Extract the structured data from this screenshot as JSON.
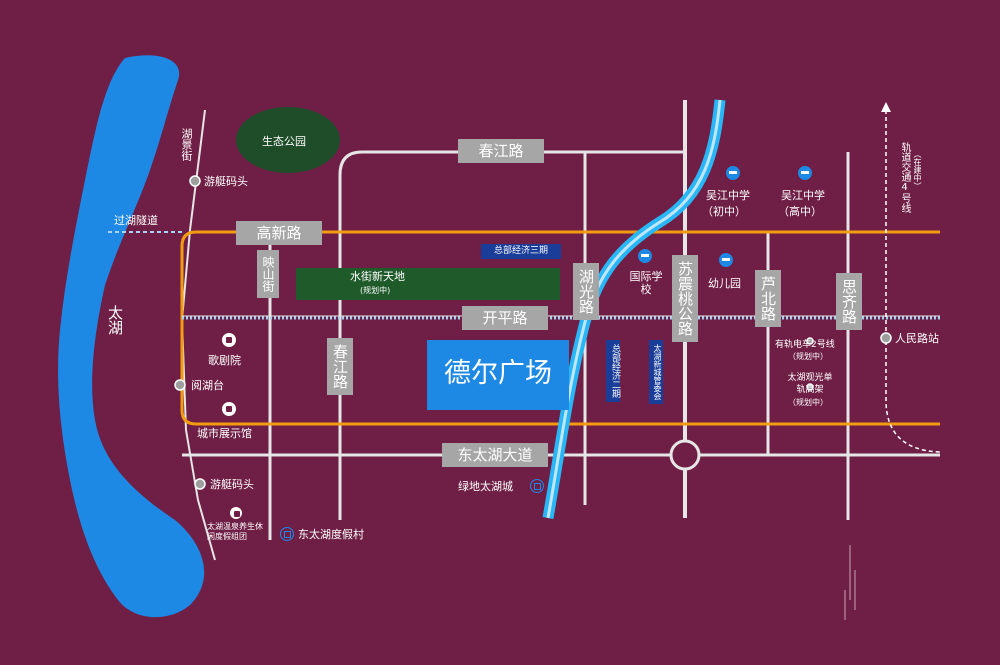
{
  "roads": {
    "chunjiang_h": "春江路",
    "gaoxin": "高新路",
    "kaiping": "开平路",
    "dongtaihu": "东太湖大道",
    "yingshan": "映山街",
    "chunjiang_v": "春江路",
    "huguang": "湖光路",
    "suzhentao": "苏震桃公路",
    "lubei": "芦北路",
    "siqi": "思齐路"
  },
  "water": {
    "taihu": "太湖",
    "hujing": "湖景街",
    "tunnel": "过湖隧道"
  },
  "places": {
    "eco_park": "生态公园",
    "water_street": "水街新天地",
    "water_street_note": "(规划中)",
    "project": "德尔广场",
    "hq3": "总部经济三期",
    "hq2": "总部经济二期",
    "committee": "太湖新城管委会",
    "opera": "歌剧院",
    "yuehu": "阅湖台",
    "exhibition": "城市展示馆",
    "pier_top": "游艇码头",
    "pier_bottom": "游艇码头",
    "hot_spring": "太湖温泉养生休闲度假组团",
    "resort": "东太湖度假村",
    "greenland": "绿地太湖城",
    "intl_school": "国际学校",
    "kindergarten": "幼儿园",
    "wujiang_jr": "吴江中学",
    "wujiang_jr_sub": "（初中）",
    "wujiang_sr": "吴江中学",
    "wujiang_sr_sub": "（高中）",
    "tram": "有轨电车2号线",
    "tram_note": "（规划中）",
    "monorail": "太湖观光单轨高架",
    "monorail_note": "（规划中）",
    "metro": "轨道交通4号线",
    "metro_note": "（在建中）",
    "renmin_station": "人民路站"
  },
  "colors": {
    "background": "#6f1f45",
    "road": "#e6e6e6",
    "road_label": "#a6a6a6",
    "main_road": "#f39c12",
    "lake": "#1e88e5",
    "river": "#29b6f6",
    "project_box": "#1e88e5",
    "park": "#1f4d2a",
    "hq_box": "#1a3d99"
  }
}
